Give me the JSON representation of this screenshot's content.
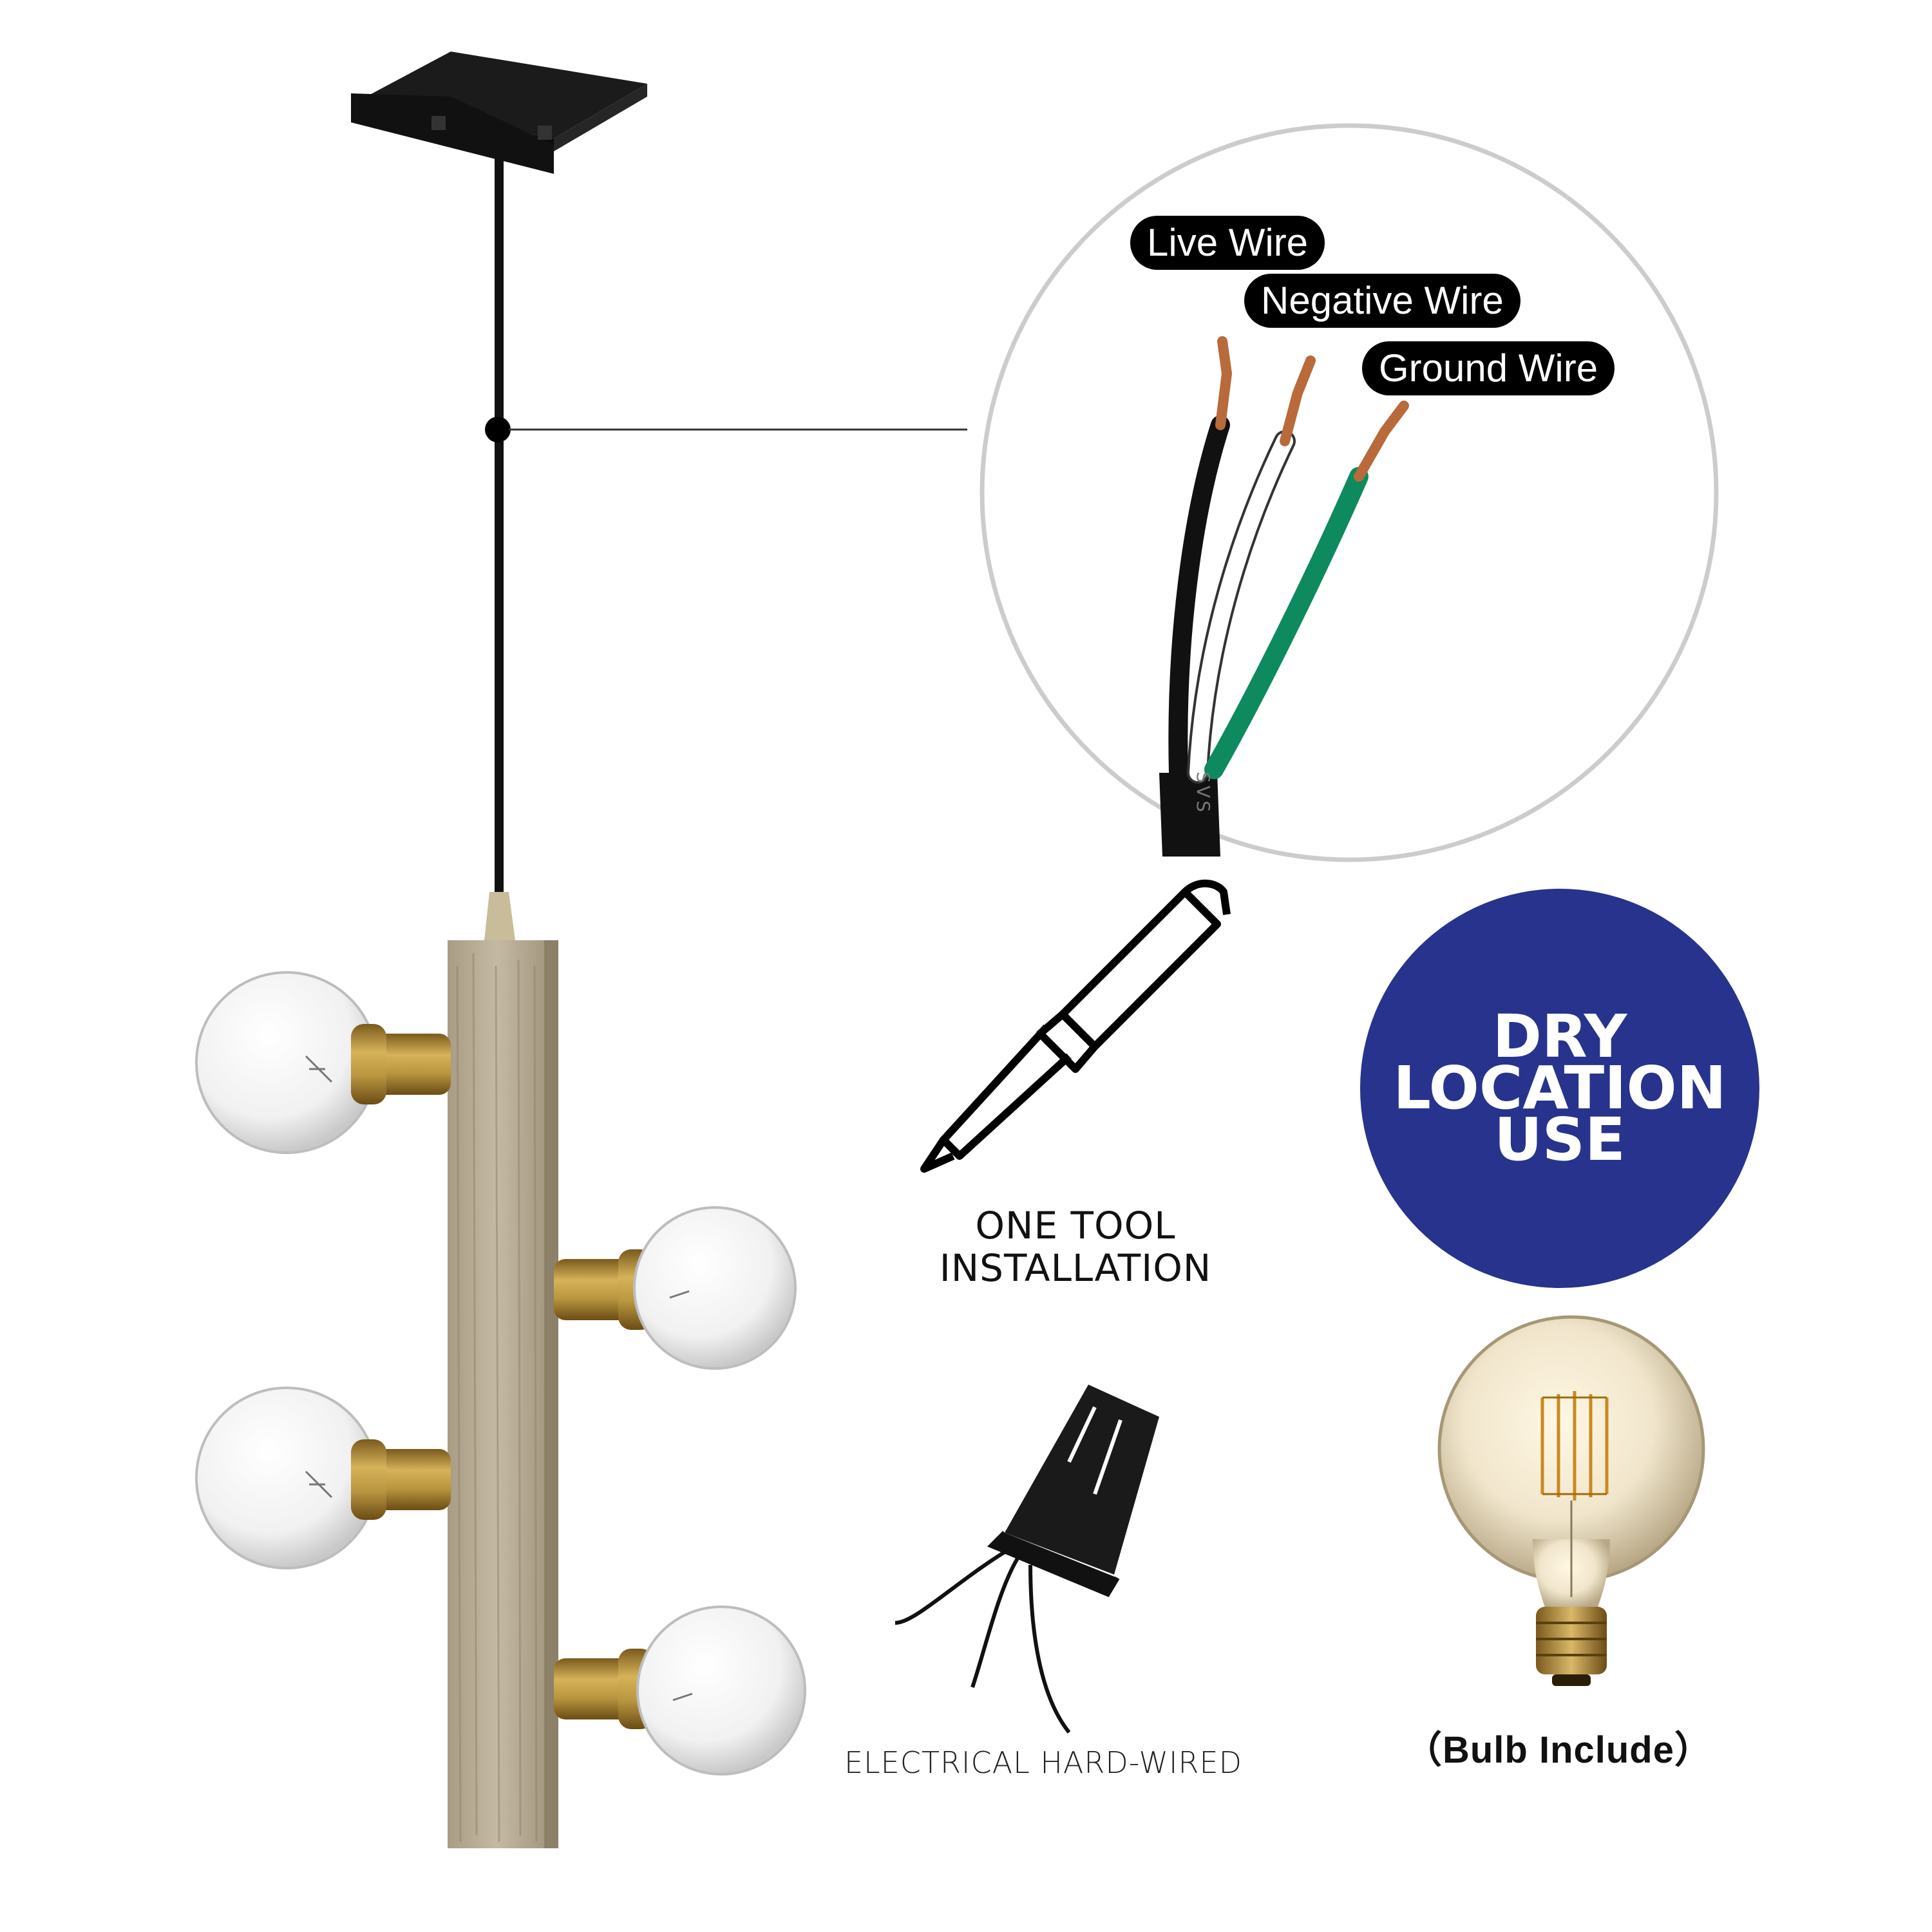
{
  "wire_labels": {
    "live": "Live Wire",
    "negative": "Negative Wire",
    "ground": "Ground Wire"
  },
  "cable_marking": "SVS",
  "tool": {
    "caption_line1": "ONE TOOL",
    "caption_line2": "INSTALLATION"
  },
  "wired": {
    "caption": "ELECTRICAL HARD-WIRED"
  },
  "badge": {
    "line1": "DRY",
    "line2": "LOCATION",
    "line3": "USE",
    "color": "#27338c"
  },
  "bulb": {
    "caption": "（Bulb Include）"
  },
  "colors": {
    "wire_live": "#111111",
    "wire_negative": "#ffffff",
    "wire_ground": "#0d8a5e",
    "copper": "#b86a3a",
    "wood": "#b9ad95",
    "brass": "#b8953f"
  },
  "icons": [
    "screwdriver-icon",
    "wire-nut-icon",
    "edison-bulb-icon",
    "pendant-light-fixture"
  ]
}
